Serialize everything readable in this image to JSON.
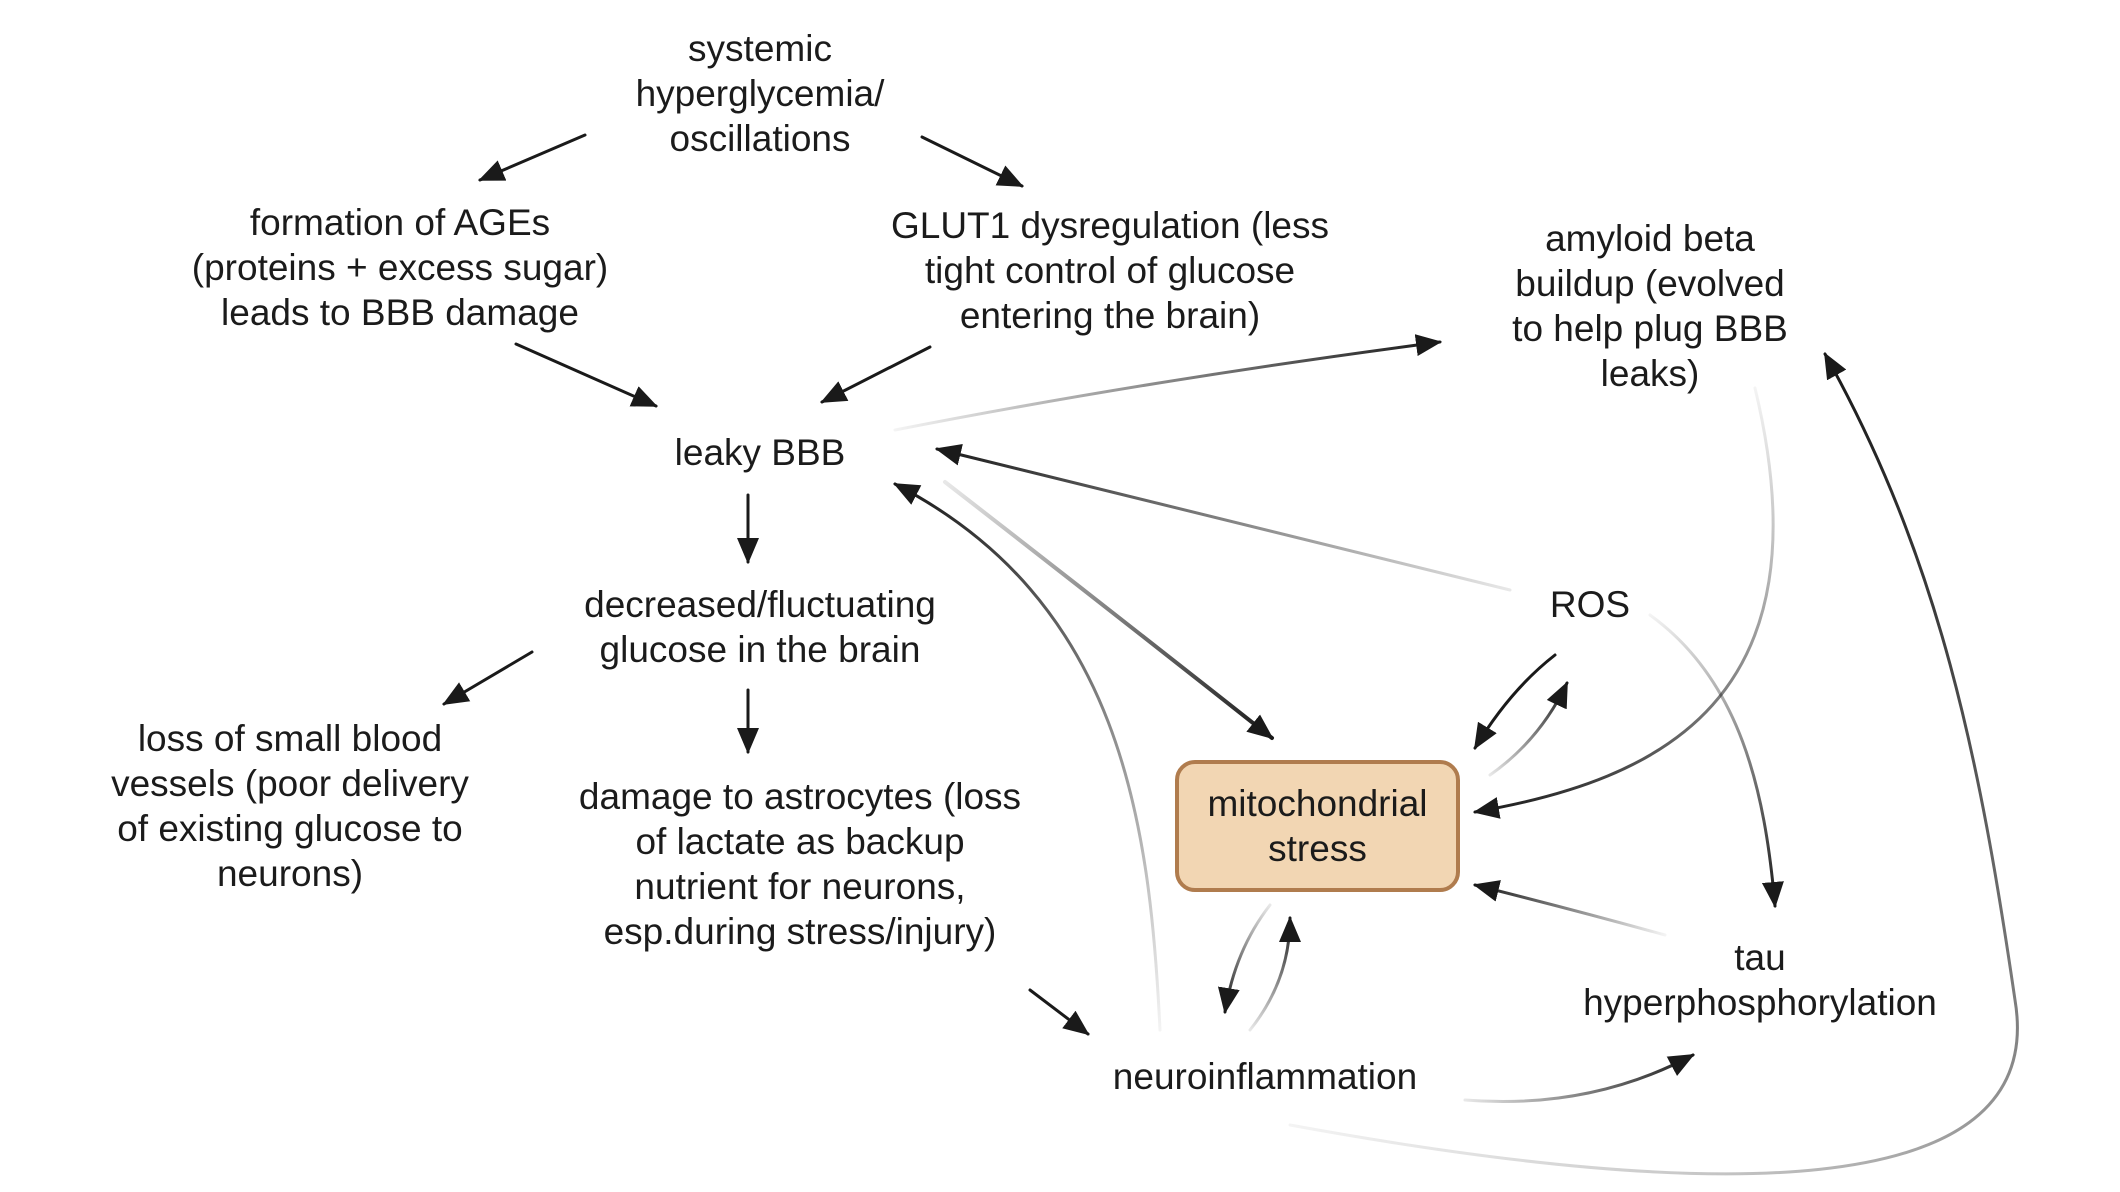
{
  "nodes": {
    "hyperglycemia": [
      "systemic",
      "hyperglycemia/",
      "oscillations"
    ],
    "ages": [
      "formation of AGEs",
      "(proteins + excess sugar)",
      "leads to BBB damage"
    ],
    "glut1": [
      "GLUT1 dysregulation (less",
      "tight control of glucose",
      "entering the brain)"
    ],
    "amyloid": [
      "amyloid beta",
      "buildup (evolved",
      "to help plug BBB",
      "leaks)"
    ],
    "leaky_bbb": [
      "leaky BBB"
    ],
    "decreased_glucose": [
      "decreased/fluctuating",
      "glucose in the brain"
    ],
    "ros": [
      "ROS"
    ],
    "loss_vessels": [
      "loss of small blood",
      "vessels (poor delivery",
      "of existing glucose to",
      "neurons)"
    ],
    "astrocytes": [
      "damage to astrocytes (loss",
      "of lactate as backup",
      "nutrient for neurons,",
      "esp.during stress/injury)"
    ],
    "mito": [
      "mitochondrial",
      "stress"
    ],
    "tau": [
      "tau",
      "hyperphosphorylation"
    ],
    "neuroinflammation": [
      "neuroinflammation"
    ]
  },
  "colors": {
    "text": "#1b1b1b",
    "arrow": "#1a1a1a",
    "box_fill": "#f2d6b3",
    "box_border": "#b07c4e"
  }
}
